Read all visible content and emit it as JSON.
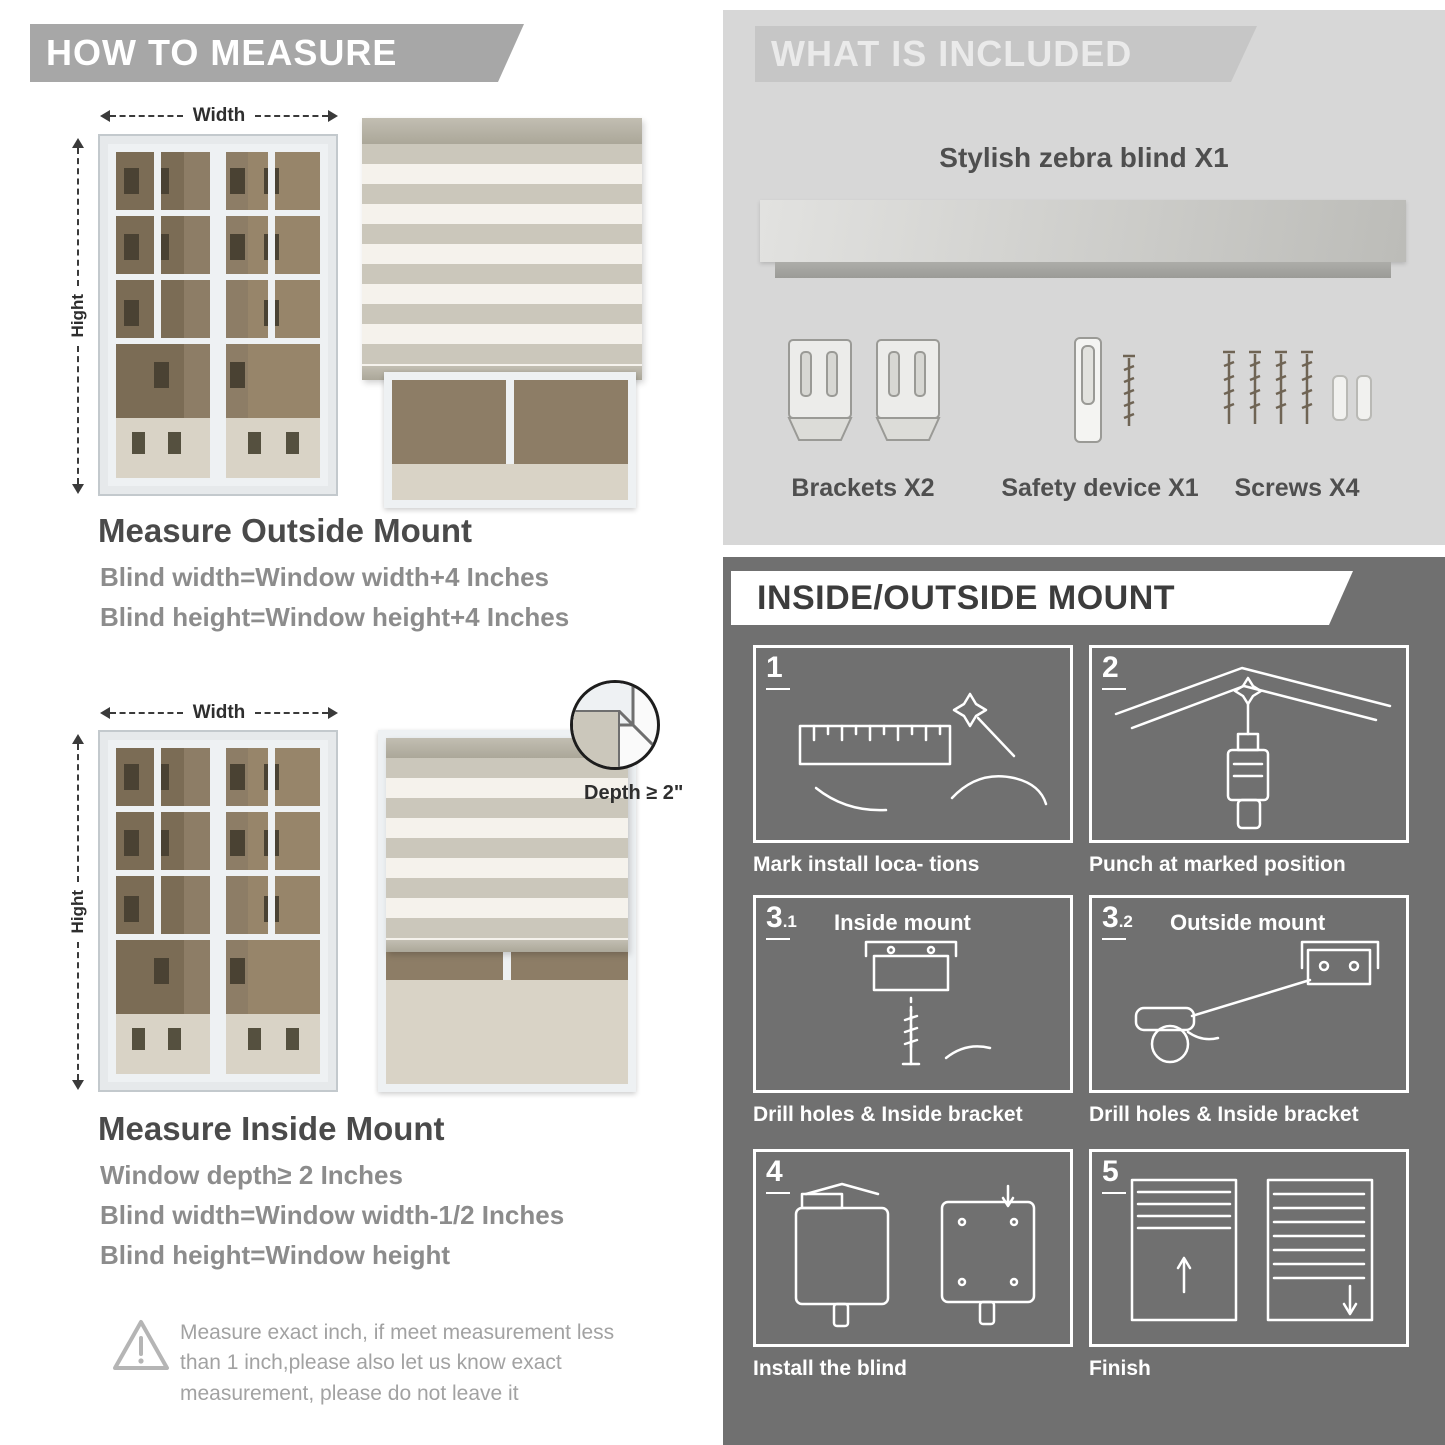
{
  "measure": {
    "header": "HOW TO MEASURE",
    "width_label": "Width",
    "height_label": "Hight",
    "outside": {
      "title": "Measure Outside Mount",
      "lines": [
        "Blind width=Window width+4 Inches",
        "Blind height=Window height+4 Inches"
      ]
    },
    "inside": {
      "title": "Measure Inside Mount",
      "depth_callout": "Depth ≥ 2\"",
      "lines": [
        "Window depth≥ 2 Inches",
        "Blind width=Window width-1/2 Inches",
        "Blind height=Window height"
      ]
    },
    "warning_text": "Measure exact inch, if meet measurement less than 1 inch,please also let us know exact measurement, please do not leave it"
  },
  "included": {
    "header": "WHAT IS INCLUDED",
    "product_label": "Stylish zebra blind X1",
    "items": [
      {
        "name": "brackets",
        "label": "Brackets X2"
      },
      {
        "name": "safety-device",
        "label": "Safety device X1"
      },
      {
        "name": "screws",
        "label": "Screws X4"
      }
    ]
  },
  "mount_guide": {
    "header": "INSIDE/OUTSIDE MOUNT",
    "steps": [
      {
        "num": "1",
        "sub": "",
        "label": "",
        "caption": "Mark install loca- tions"
      },
      {
        "num": "2",
        "sub": "",
        "label": "",
        "caption": "Punch at  marked position"
      },
      {
        "num": "3",
        "sub": ".1",
        "label": "Inside mount",
        "caption": "Drill holes &  Inside bracket"
      },
      {
        "num": "3",
        "sub": ".2",
        "label": "Outside mount",
        "caption": "Drill holes &  Inside bracket"
      },
      {
        "num": "4",
        "sub": "",
        "label": "",
        "caption": "Install the blind"
      },
      {
        "num": "5",
        "sub": "",
        "label": "",
        "caption": "Finish"
      }
    ]
  }
}
